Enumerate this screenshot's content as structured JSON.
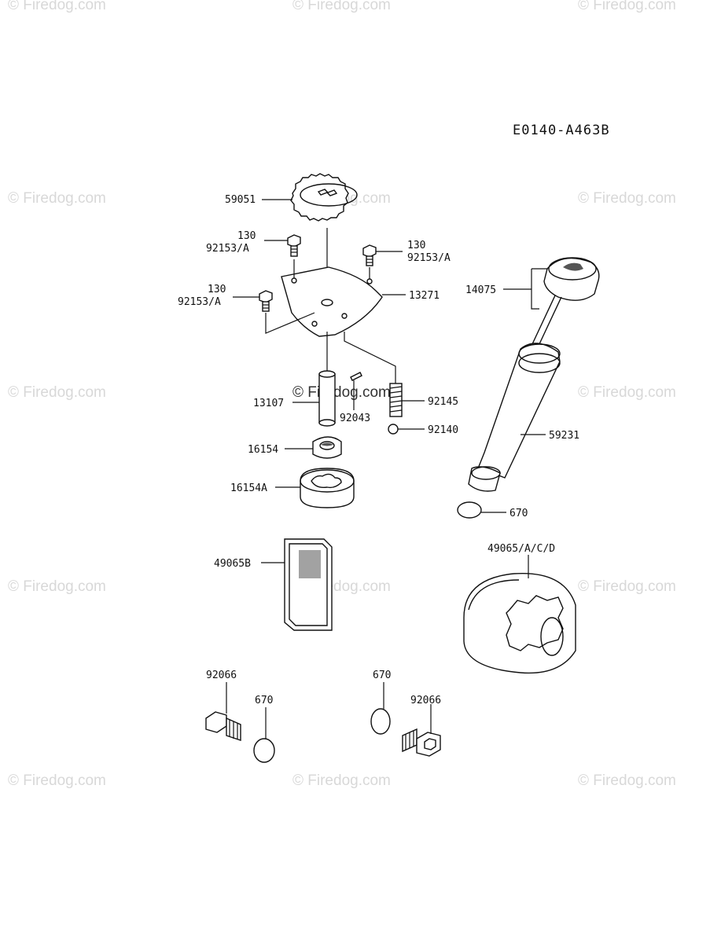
{
  "diagram": {
    "code": "E0140-A463B",
    "watermark": "© Firedog.com",
    "labels": {
      "59051": "59051",
      "130_a": "130",
      "92153_a": "92153/A",
      "130_b": "130",
      "92153_b": "92153/A",
      "130_c": "130",
      "92153_c": "92153/A",
      "13271": "13271",
      "14075": "14075",
      "13107": "13107",
      "92043": "92043",
      "92145": "92145",
      "92140": "92140",
      "59231": "59231",
      "16154": "16154",
      "16154A": "16154A",
      "670_a": "670",
      "49065B": "49065B",
      "49065": "49065/A/C/D",
      "92066_a": "92066",
      "670_b": "670",
      "670_c": "670",
      "92066_b": "92066"
    }
  }
}
